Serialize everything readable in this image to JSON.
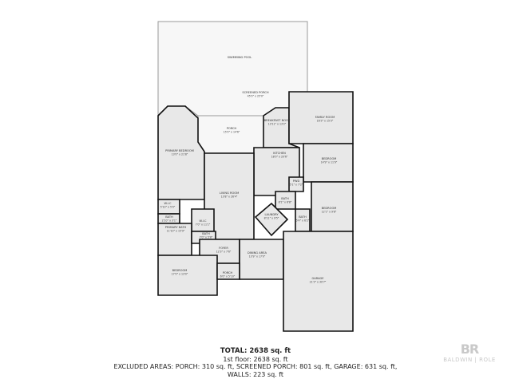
{
  "floorplan": {
    "rooms": [
      {
        "name": "SWIMMING POOL",
        "dims": ""
      },
      {
        "name": "SCREENED PORCH",
        "dims": "45'0\" x 25'0\""
      },
      {
        "name": "PORCH",
        "dims": "15'0\" x 14'6\""
      },
      {
        "name": "BREAKFAST NOOK",
        "dims": "13'11\" x 13'2\""
      },
      {
        "name": "FAMILY ROOM",
        "dims": "16'3\" x 15'3\""
      },
      {
        "name": "PRIMARY BEDROOM",
        "dims": "13'0\" x 21'8\""
      },
      {
        "name": "KITCHEN",
        "dims": "18'0\" x 20'6\""
      },
      {
        "name": "BEDROOM",
        "dims": "14'9\" x 11'9\""
      },
      {
        "name": "LIVING ROOM",
        "dims": "13'8\" x 26'4\""
      },
      {
        "name": "W.I.C",
        "dims": "5'10\" x 5'0\""
      },
      {
        "name": "BATH",
        "dims": "2'10\" x 3'1\""
      },
      {
        "name": "PWD",
        "dims": "5'1\" x 7'2\""
      },
      {
        "name": "BATH",
        "dims": "8'1\" x 6'8\""
      },
      {
        "name": "BEDROOM",
        "dims": "12'1\" x 9'8\""
      },
      {
        "name": "LAUNDRY",
        "dims": "8'11\" x 9'5\""
      },
      {
        "name": "BATH",
        "dims": "5'4\" x 6'2\""
      },
      {
        "name": "W.I.C",
        "dims": "7'0\" x 11'1\""
      },
      {
        "name": "PRIMARY BATH",
        "dims": "11'10\" x 15'9\""
      },
      {
        "name": "BATH",
        "dims": "7'0\" x 5'8\""
      },
      {
        "name": "FOYER",
        "dims": "12'3\" x 7'6\""
      },
      {
        "name": "DINING AREA",
        "dims": "13'9\" x 17'0\""
      },
      {
        "name": "BEDROOM",
        "dims": "17'0\" x 13'0\""
      },
      {
        "name": "PORCH",
        "dims": "6'0\" x 5'10\""
      },
      {
        "name": "GARAGE",
        "dims": "21'3\" x 30'7\""
      }
    ]
  },
  "summary": {
    "total": "TOTAL: 2638 sq. ft",
    "floor": "1st floor: 2638 sq. ft",
    "excluded": "EXCLUDED AREAS: PORCH: 310 sq. ft, SCREENED PORCH: 801 sq. ft, GARAGE: 631 sq. ft,",
    "walls": "WALLS: 223 sq. ft"
  },
  "logo": {
    "mark": "BR",
    "brand": "BALDWIN | ROLE"
  }
}
